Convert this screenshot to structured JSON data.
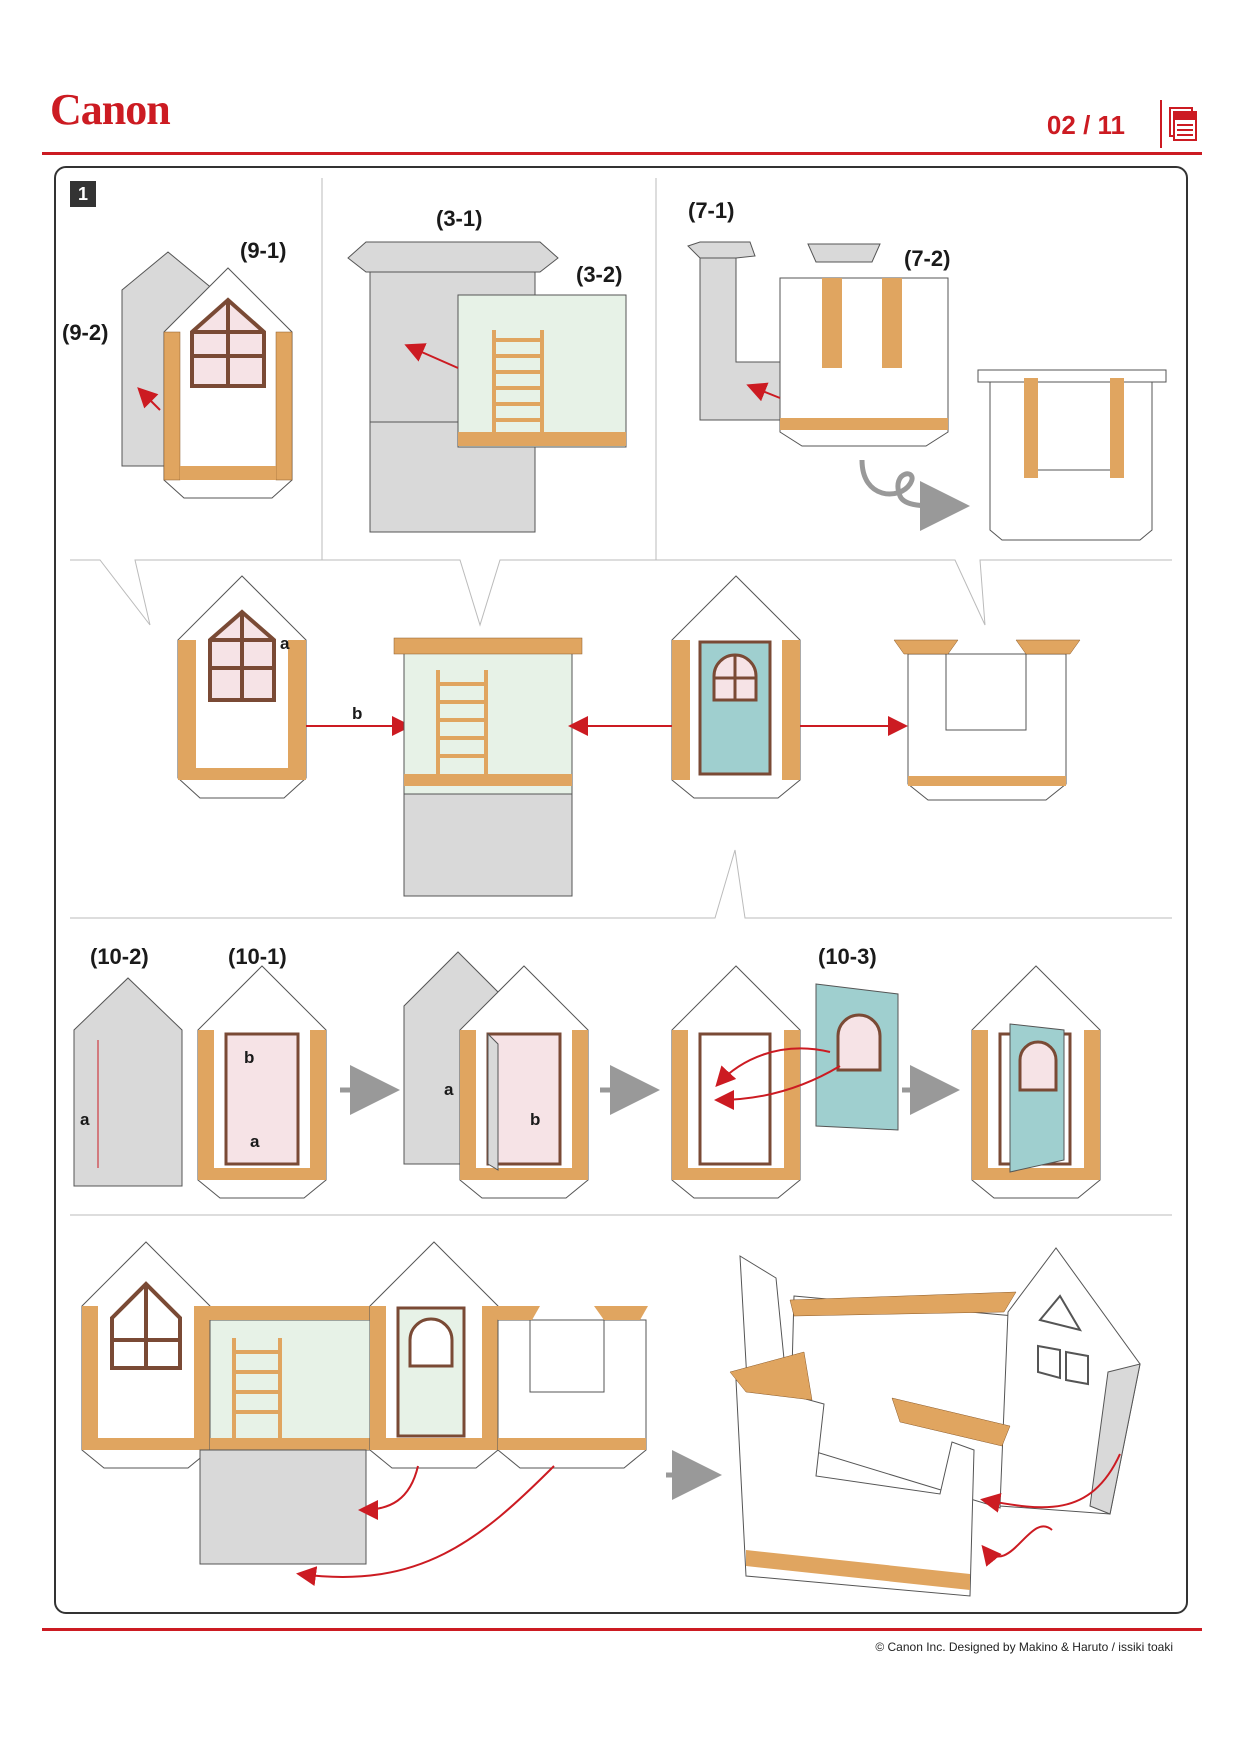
{
  "header": {
    "brand": "Canon",
    "page_number": "02 / 11"
  },
  "step": "1",
  "labels": {
    "l91": "(9-1)",
    "l92": "(9-2)",
    "l31": "(3-1)",
    "l32": "(3-2)",
    "l71": "(7-1)",
    "l72": "(7-2)",
    "l102": "(10-2)",
    "l101": "(10-1)",
    "l103": "(10-3)"
  },
  "letters": {
    "a": "a",
    "b": "b"
  },
  "footer": {
    "credit": "© Canon Inc. Designed by Makino & Haruto / issiki toaki"
  },
  "colors": {
    "brand_red": "#cc1b22",
    "wood": "#e0a560",
    "wall_gray": "#d9d9d9",
    "window_frame": "#7a4a35",
    "window_glass": "#f6e3e6",
    "door": "#9fcfcf",
    "room_green": "#e7f2e7"
  }
}
